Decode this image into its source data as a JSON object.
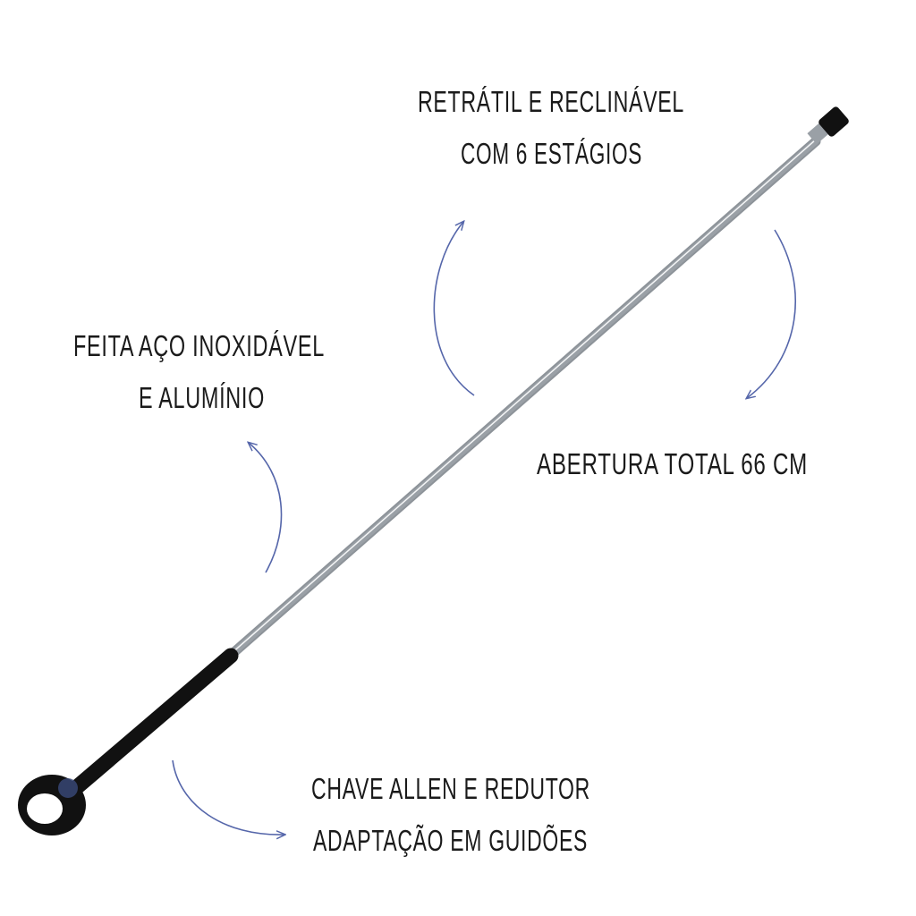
{
  "labels": {
    "retractable_line1": "RETRÁTIL E RECLINÁVEL",
    "retractable_line2": "COM 6 ESTÁGIOS",
    "material_line1": "FEITA AÇO INOXIDÁVEL",
    "material_line2": "E ALUMÍNIO",
    "opening": "ABERTURA TOTAL 66 CM",
    "allen_line1": "CHAVE ALLEN E REDUTOR",
    "allen_line2": "ADAPTAÇÃO EM GUIDÕES"
  },
  "colors": {
    "arrow": "#5566aa",
    "handle": "#111111",
    "rod": "#b8bcc0",
    "text": "#1a1a1a"
  }
}
